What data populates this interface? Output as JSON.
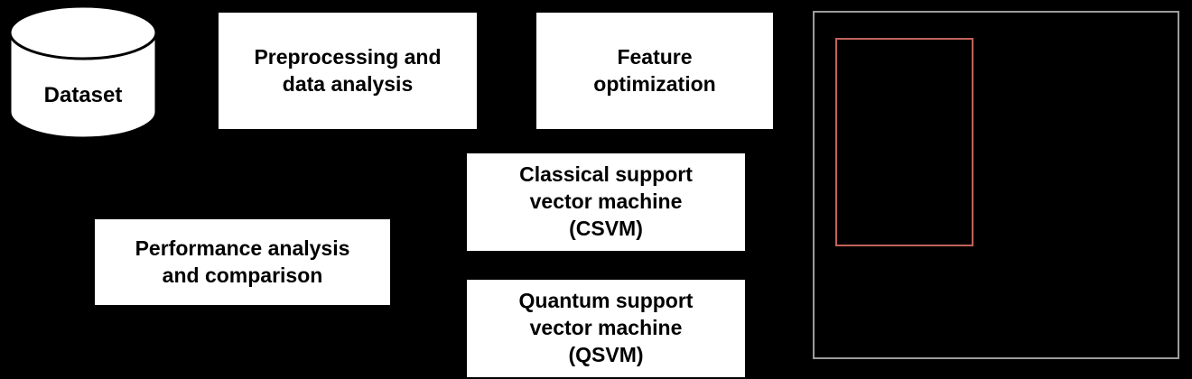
{
  "diagram": {
    "nodes": {
      "dataset": {
        "lines": [
          "Dataset"
        ]
      },
      "preprocessing": {
        "lines": [
          "Preprocessing and",
          "data analysis"
        ]
      },
      "feature": {
        "lines": [
          "Feature",
          "optimization"
        ]
      },
      "csvm": {
        "lines": [
          "Classical support",
          "vector machine",
          "(CSVM)"
        ]
      },
      "qsvm": {
        "lines": [
          "Quantum support",
          "vector machine",
          "(QSVM)"
        ]
      },
      "performance": {
        "lines": [
          "Performance analysis",
          "and comparison"
        ]
      }
    },
    "colors": {
      "background": "#000000",
      "node_fill": "#ffffff",
      "node_text": "#000000",
      "panel_border": "#9c9c9c",
      "highlight_border": "#c2625b"
    }
  }
}
